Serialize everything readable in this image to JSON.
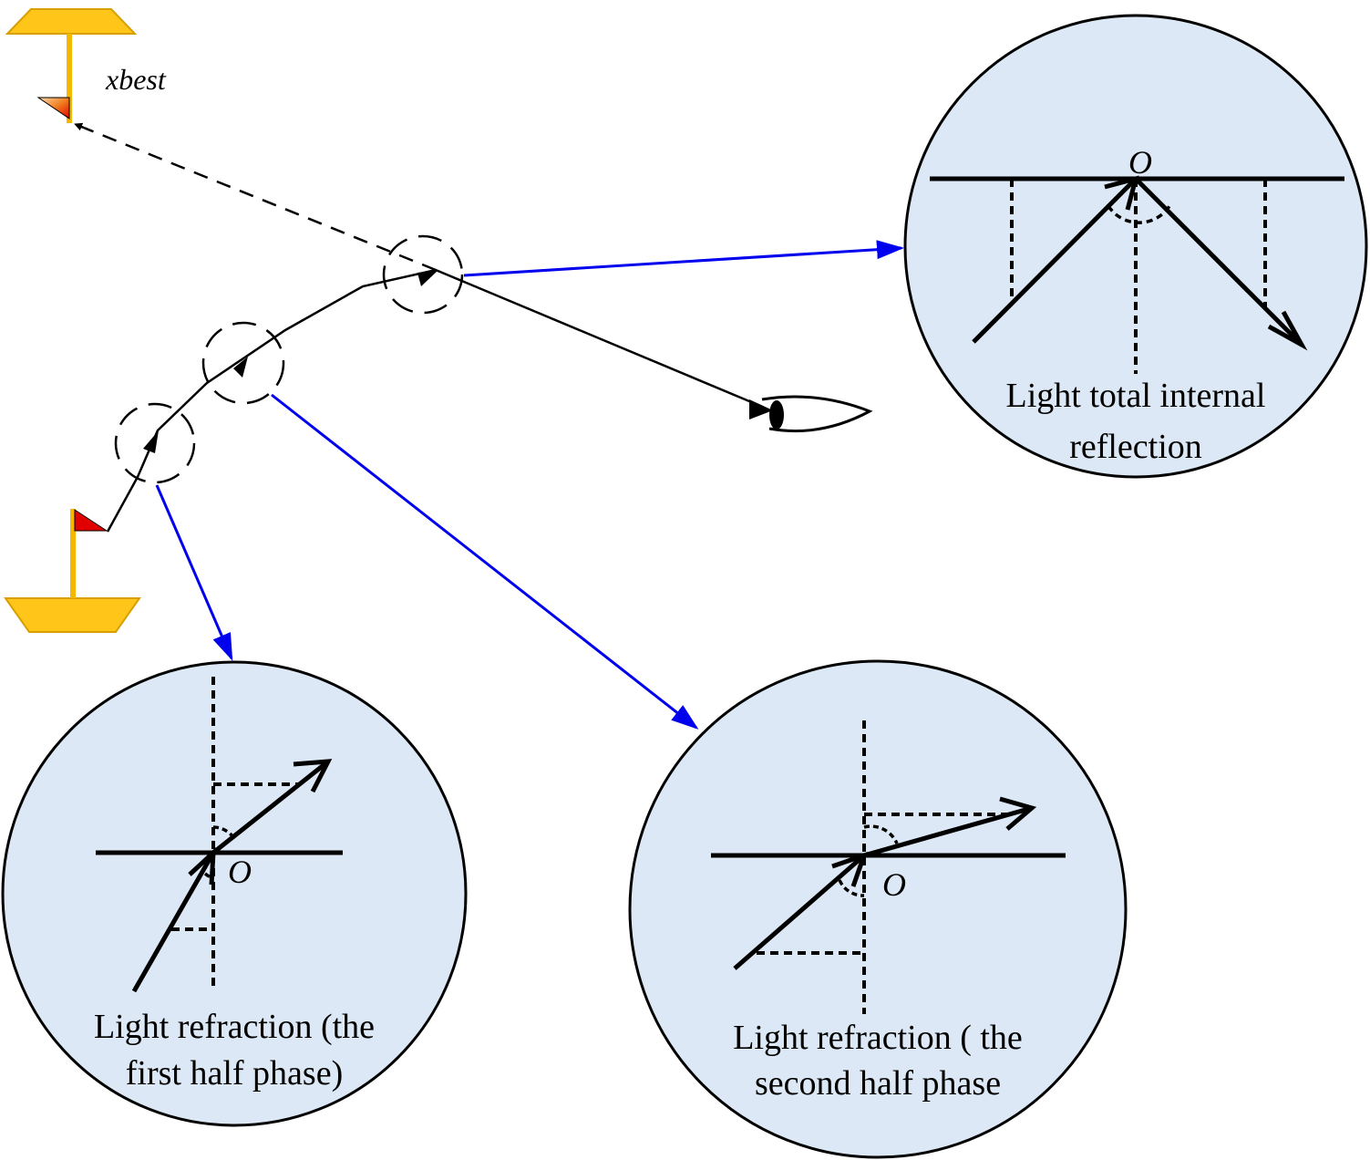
{
  "labels": {
    "xbest": "xbest",
    "reflection_line1": "Light total internal",
    "reflection_line2": "reflection",
    "refraction1_line1": "Light refraction (the",
    "refraction1_line2": "first half phase)",
    "refraction2_line1": "Light refraction ( the",
    "refraction2_line2": "second half phase",
    "origin": "O"
  },
  "colors": {
    "circle_fill": "#dce8f5",
    "connector": "#0000ee",
    "flag_pole": "#f5b800",
    "flag_base": "#ffc519",
    "flag": "#e00000"
  }
}
